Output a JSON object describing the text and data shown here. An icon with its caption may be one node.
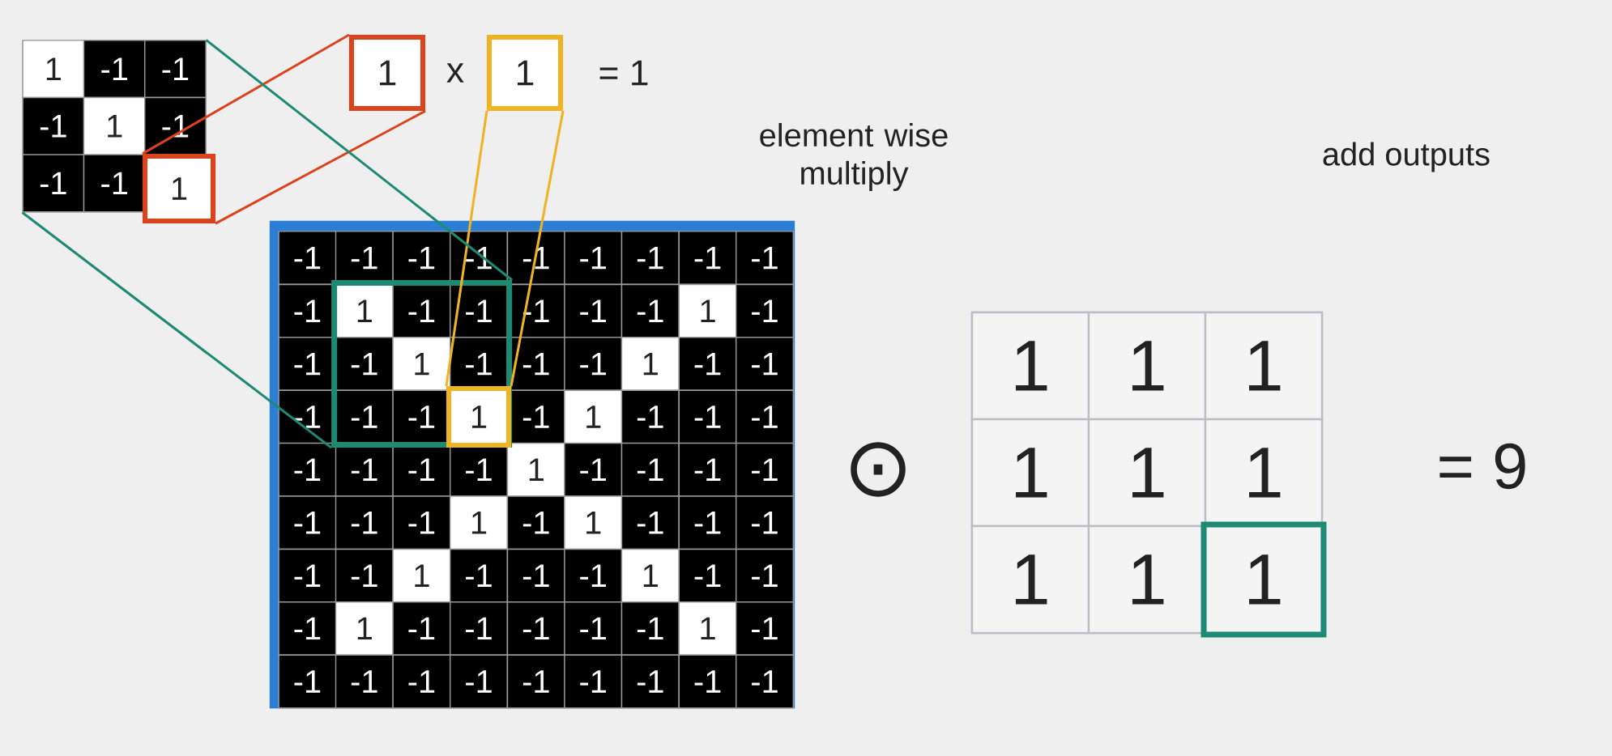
{
  "diagram": {
    "nodes": [
      {
        "text": [],
        "shape": "box"
      },
      {
        "text": [
          "1"
        ],
        "in": 0
      },
      {
        "text": [
          "1"
        ]
      },
      {
        "text": [
          "1"
        ]
      },
      {
        "text": [],
        "shape": "box"
      },
      {
        "text": [],
        "shape": "box",
        "in": 4
      },
      {
        "text": [
          "1"
        ],
        "in": 5
      },
      {
        "text": [],
        "shape": "box"
      },
      {
        "text": [
          "1"
        ],
        "in": 7
      }
    ],
    "edges": [
      {
        "from": 1,
        "to": 2,
        "arrow": "none",
        "color": "#d9441c"
      },
      {
        "from": 1,
        "to": 2,
        "arrow": "none",
        "color": "#d9441c"
      },
      {
        "from": 6,
        "to": 3,
        "arrow": "none",
        "color": "#f0b323"
      },
      {
        "from": 6,
        "to": 3,
        "arrow": "none",
        "color": "#f0b323"
      },
      {
        "from": 0,
        "to": 5,
        "arrow": "none",
        "color": "#1f8a74"
      },
      {
        "from": 0,
        "to": 5,
        "arrow": "none",
        "color": "#1f8a74"
      }
    ],
    "labels": [
      "1",
      "-1",
      "-1",
      "-1",
      "1",
      "-1",
      "-1",
      "-1",
      "x",
      "= 1",
      "element wise multiply",
      "add outputs",
      "-1",
      "-1",
      "-1",
      "-1",
      "-1",
      "-1",
      "-1",
      "-1",
      "-1",
      "-1",
      "1",
      "-1",
      "-1",
      "-1",
      "-1",
      "-1",
      "1",
      "-1",
      "-1",
      "-1",
      "1",
      "-1",
      "-1",
      "-1",
      "1",
      "-1",
      "-1",
      "-1",
      "-1",
      "-1",
      "-1",
      "1",
      "-1",
      "-1",
      "-1",
      "-1",
      "-1",
      "-1",
      "-1",
      "1",
      "-1",
      "-1",
      "-1",
      "-1",
      "-1",
      "-1",
      "-1",
      "1",
      "-1",
      "1",
      "-1",
      "-1",
      "-1",
      "-1",
      "-1",
      "1",
      "-1",
      "-1",
      "-1",
      "1",
      "-1",
      "-1",
      "-1",
      "1",
      "-1",
      "-1",
      "-1",
      "-1",
      "-1",
      "1",
      "-1",
      "-1",
      "-1",
      "-1",
      "-1",
      "-1",
      "-1",
      "-1",
      "-1",
      "-1",
      "⊙",
      "1",
      "1",
      "1",
      "1",
      "1",
      "1",
      "1",
      "1",
      "= 9"
    ]
  }
}
